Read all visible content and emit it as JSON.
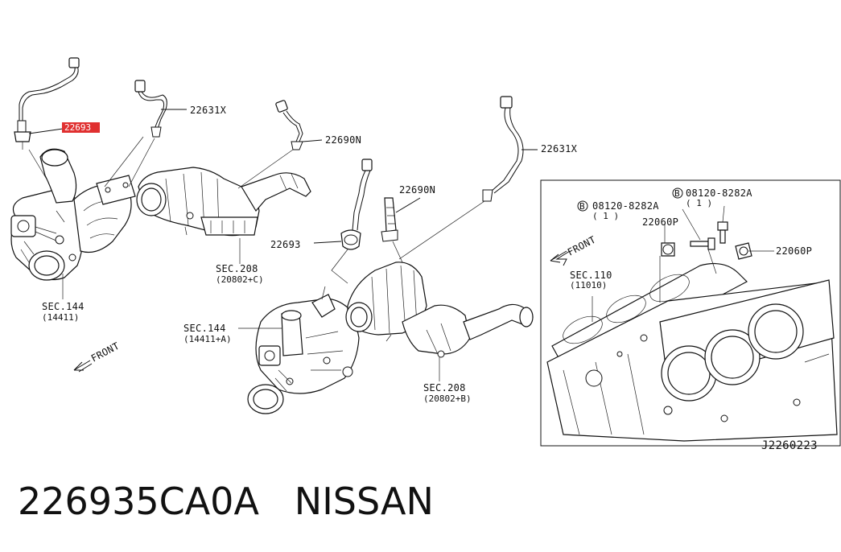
{
  "labels": {
    "p22631x_top": "22631X",
    "p22690n_top": "22690N",
    "p22631x_right": "22631X",
    "p22690n_mid": "22690N",
    "p22693": "22693",
    "sec208c": "SEC.208",
    "sec208c_sub": "(20802+C)",
    "sec144": "SEC.144",
    "sec144_sub": "(14411)",
    "sec144a": "SEC.144",
    "sec144a_sub": "(14411+A)",
    "sec208b": "SEC.208",
    "sec208b_sub": "(20802+B)",
    "front_left": "FRONT",
    "highlight_part": "22693",
    "inset": {
      "bolt_a": "08120-8282A",
      "bolt_a_qty": "( 1 )",
      "bolt_a_marker": "B",
      "bolt_b": "08120-8282A",
      "bolt_b_qty": "( 1 )",
      "bolt_b_marker": "B",
      "p22060p_a": "22060P",
      "p22060p_b": "22060P",
      "front": "FRONT",
      "sec110": "SEC.110",
      "sec110_sub": "(11010)",
      "diagram_code": "J2260223"
    }
  },
  "footer": {
    "part_number": "226935CA0A",
    "brand": "NISSAN"
  },
  "colors": {
    "highlight": "#e03030",
    "ink": "#111111"
  }
}
